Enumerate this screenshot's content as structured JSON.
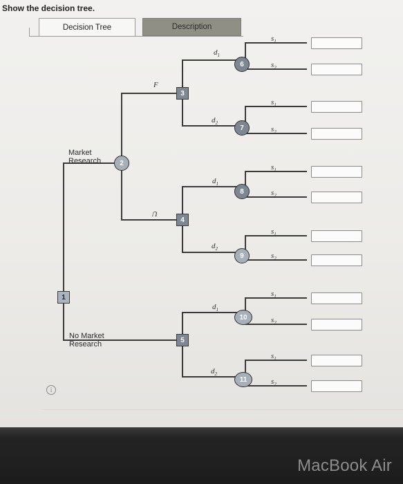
{
  "prompt": "Show the decision tree.",
  "tabs": [
    {
      "label": "Decision Tree",
      "active": true
    },
    {
      "label": "Description",
      "active": false
    }
  ],
  "decision_labels": {
    "market_research": [
      "Market",
      "Research"
    ],
    "no_market_research": [
      "No Market",
      "Research"
    ]
  },
  "branch_labels": {
    "favorable": "F",
    "unfavorable": "U",
    "d": "d",
    "s": "s",
    "sub1": "1",
    "sub2": "2"
  },
  "nodes": {
    "n1": "1",
    "n2": "2",
    "n3": "3",
    "n4": "4",
    "n5": "5",
    "n6": "6",
    "n7": "7",
    "n8": "8",
    "n9": "9",
    "n10": "10",
    "n11": "11"
  },
  "answer_fields": [
    "",
    "",
    "",
    "",
    "",
    "",
    "",
    "",
    "",
    "",
    "",
    ""
  ],
  "info_icon": "info-circle-icon",
  "bezel_brand": "MacBook Air",
  "colors": {
    "node_fill": "#7e8894",
    "tab_inactive": "#8f8f86"
  }
}
